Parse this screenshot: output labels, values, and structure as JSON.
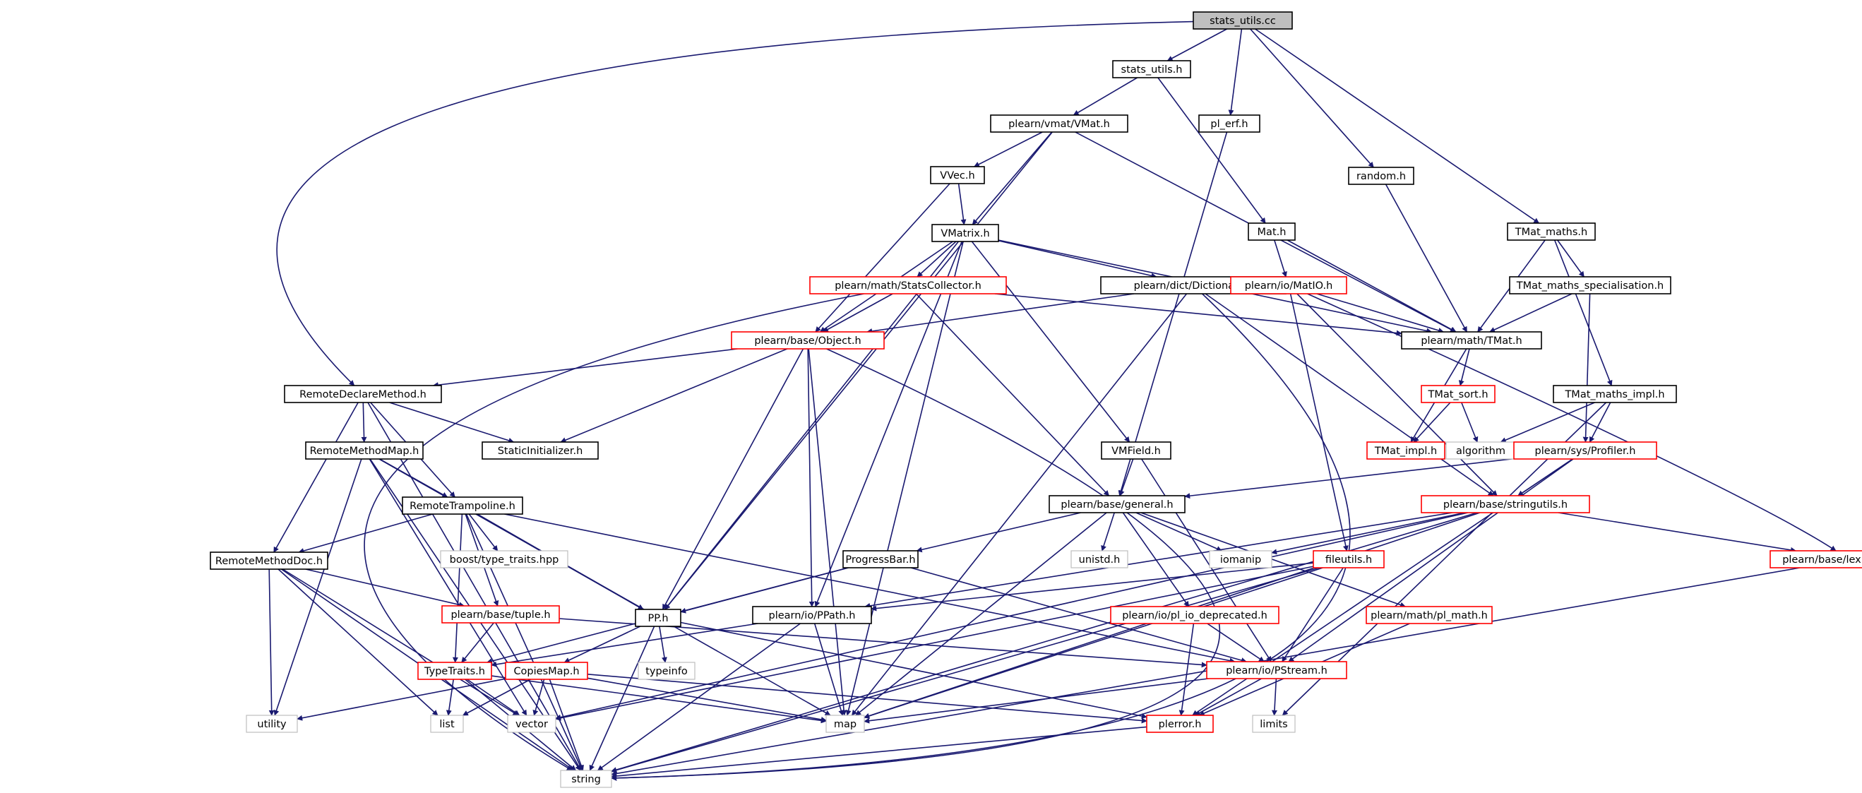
{
  "graph": {
    "edge_color": "#191970",
    "border_colors": {
      "root": "#000000",
      "normal": "#000000",
      "truncated": "#ff0000",
      "external": "#bfbfbf"
    },
    "root_fill": "#bfbfbf",
    "nodes": [
      {
        "id": "n_root",
        "label": "stats_utils.cc",
        "kind": "root"
      },
      {
        "id": "n_stats_utils_h",
        "label": "stats_utils.h",
        "kind": "normal"
      },
      {
        "id": "n_pl_erf",
        "label": "pl_erf.h",
        "kind": "normal"
      },
      {
        "id": "n_random",
        "label": "random.h",
        "kind": "normal"
      },
      {
        "id": "n_tmat_maths",
        "label": "TMat_maths.h",
        "kind": "normal"
      },
      {
        "id": "n_vmat",
        "label": "plearn/vmat/VMat.h",
        "kind": "normal"
      },
      {
        "id": "n_vvec",
        "label": "VVec.h",
        "kind": "normal"
      },
      {
        "id": "n_mat",
        "label": "Mat.h",
        "kind": "normal"
      },
      {
        "id": "n_vmatrix",
        "label": "VMatrix.h",
        "kind": "normal"
      },
      {
        "id": "n_statscollector",
        "label": "plearn/math/StatsCollector.h",
        "kind": "truncated"
      },
      {
        "id": "n_dictionary",
        "label": "plearn/dict/Dictionary.h",
        "kind": "normal"
      },
      {
        "id": "n_matio",
        "label": "plearn/io/MatIO.h",
        "kind": "truncated"
      },
      {
        "id": "n_tmat_spec",
        "label": "TMat_maths_specialisation.h",
        "kind": "normal"
      },
      {
        "id": "n_object",
        "label": "plearn/base/Object.h",
        "kind": "truncated"
      },
      {
        "id": "n_tmat",
        "label": "plearn/math/TMat.h",
        "kind": "normal"
      },
      {
        "id": "n_rdm",
        "label": "RemoteDeclareMethod.h",
        "kind": "normal"
      },
      {
        "id": "n_tmat_sort",
        "label": "TMat_sort.h",
        "kind": "truncated"
      },
      {
        "id": "n_tmat_impl_maths",
        "label": "TMat_maths_impl.h",
        "kind": "normal"
      },
      {
        "id": "n_rmm",
        "label": "RemoteMethodMap.h",
        "kind": "normal"
      },
      {
        "id": "n_staticinit",
        "label": "StaticInitializer.h",
        "kind": "normal"
      },
      {
        "id": "n_vmfield",
        "label": "VMField.h",
        "kind": "normal"
      },
      {
        "id": "n_tmat_impl",
        "label": "TMat_impl.h",
        "kind": "truncated"
      },
      {
        "id": "n_algorithm",
        "label": "algorithm",
        "kind": "external"
      },
      {
        "id": "n_profiler",
        "label": "plearn/sys/Profiler.h",
        "kind": "truncated"
      },
      {
        "id": "n_rtramp",
        "label": "RemoteTrampoline.h",
        "kind": "normal"
      },
      {
        "id": "n_general",
        "label": "plearn/base/general.h",
        "kind": "normal"
      },
      {
        "id": "n_stringutils",
        "label": "plearn/base/stringutils.h",
        "kind": "truncated"
      },
      {
        "id": "n_boost_tt",
        "label": "boost/type_traits.hpp",
        "kind": "external"
      },
      {
        "id": "n_unistd",
        "label": "unistd.h",
        "kind": "external"
      },
      {
        "id": "n_iomanip",
        "label": "iomanip",
        "kind": "external"
      },
      {
        "id": "n_rmdoc",
        "label": "RemoteMethodDoc.h",
        "kind": "normal"
      },
      {
        "id": "n_progressbar",
        "label": "ProgressBar.h",
        "kind": "normal"
      },
      {
        "id": "n_fileutils",
        "label": "fileutils.h",
        "kind": "truncated"
      },
      {
        "id": "n_lexical",
        "label": "plearn/base/lexical_cast.h",
        "kind": "truncated"
      },
      {
        "id": "n_tuple",
        "label": "plearn/base/tuple.h",
        "kind": "truncated"
      },
      {
        "id": "n_pp",
        "label": "PP.h",
        "kind": "normal"
      },
      {
        "id": "n_ppath",
        "label": "plearn/io/PPath.h",
        "kind": "normal"
      },
      {
        "id": "n_pl_io_dep",
        "label": "plearn/io/pl_io_deprecated.h",
        "kind": "truncated"
      },
      {
        "id": "n_pl_math",
        "label": "plearn/math/pl_math.h",
        "kind": "truncated"
      },
      {
        "id": "n_typeinfo",
        "label": "typeinfo",
        "kind": "external"
      },
      {
        "id": "n_typetraits",
        "label": "TypeTraits.h",
        "kind": "truncated"
      },
      {
        "id": "n_copiesmap",
        "label": "CopiesMap.h",
        "kind": "truncated"
      },
      {
        "id": "n_pstream",
        "label": "plearn/io/PStream.h",
        "kind": "truncated"
      },
      {
        "id": "n_utility",
        "label": "utility",
        "kind": "external"
      },
      {
        "id": "n_list",
        "label": "list",
        "kind": "external"
      },
      {
        "id": "n_vector",
        "label": "vector",
        "kind": "external"
      },
      {
        "id": "n_map",
        "label": "map",
        "kind": "external"
      },
      {
        "id": "n_plerror",
        "label": "plerror.h",
        "kind": "truncated"
      },
      {
        "id": "n_limits",
        "label": "limits",
        "kind": "external"
      },
      {
        "id": "n_string",
        "label": "string",
        "kind": "external"
      }
    ],
    "edges": [
      [
        "n_root",
        "n_stats_utils_h"
      ],
      [
        "n_root",
        "n_pl_erf"
      ],
      [
        "n_root",
        "n_random"
      ],
      [
        "n_root",
        "n_tmat_maths"
      ],
      [
        "n_root",
        "n_rdm"
      ],
      [
        "n_stats_utils_h",
        "n_vmat"
      ],
      [
        "n_stats_utils_h",
        "n_mat"
      ],
      [
        "n_pl_erf",
        "n_general"
      ],
      [
        "n_random",
        "n_tmat"
      ],
      [
        "n_tmat_maths",
        "n_tmat_spec"
      ],
      [
        "n_tmat_maths",
        "n_tmat"
      ],
      [
        "n_tmat_maths",
        "n_tmat_impl_maths"
      ],
      [
        "n_vmat",
        "n_vvec"
      ],
      [
        "n_vmat",
        "n_vmatrix"
      ],
      [
        "n_vmat",
        "n_tmat"
      ],
      [
        "n_vmat",
        "n_pp"
      ],
      [
        "n_vvec",
        "n_vmatrix"
      ],
      [
        "n_vvec",
        "n_object"
      ],
      [
        "n_mat",
        "n_matio"
      ],
      [
        "n_mat",
        "n_tmat"
      ],
      [
        "n_vmatrix",
        "n_statscollector"
      ],
      [
        "n_vmatrix",
        "n_dictionary"
      ],
      [
        "n_vmatrix",
        "n_object"
      ],
      [
        "n_vmatrix",
        "n_tmat"
      ],
      [
        "n_vmatrix",
        "n_vmfield"
      ],
      [
        "n_vmatrix",
        "n_pp"
      ],
      [
        "n_vmatrix",
        "n_ppath"
      ],
      [
        "n_vmatrix",
        "n_map"
      ],
      [
        "n_statscollector",
        "n_object"
      ],
      [
        "n_statscollector",
        "n_tmat"
      ],
      [
        "n_statscollector",
        "n_general"
      ],
      [
        "n_statscollector",
        "n_string"
      ],
      [
        "n_dictionary",
        "n_object"
      ],
      [
        "n_dictionary",
        "n_stringutils"
      ],
      [
        "n_dictionary",
        "n_map"
      ],
      [
        "n_dictionary",
        "n_string"
      ],
      [
        "n_matio",
        "n_tmat"
      ],
      [
        "n_matio",
        "n_fileutils"
      ],
      [
        "n_matio",
        "n_stringutils"
      ],
      [
        "n_matio",
        "n_lexical"
      ],
      [
        "n_tmat_spec",
        "n_tmat"
      ],
      [
        "n_tmat_spec",
        "n_profiler"
      ],
      [
        "n_object",
        "n_rdm"
      ],
      [
        "n_object",
        "n_staticinit"
      ],
      [
        "n_object",
        "n_pp"
      ],
      [
        "n_object",
        "n_ppath"
      ],
      [
        "n_object",
        "n_map"
      ],
      [
        "n_object",
        "n_string"
      ],
      [
        "n_tmat",
        "n_tmat_sort"
      ],
      [
        "n_tmat",
        "n_tmat_impl"
      ],
      [
        "n_tmat_sort",
        "n_tmat_impl"
      ],
      [
        "n_tmat_sort",
        "n_algorithm"
      ],
      [
        "n_tmat_impl_maths",
        "n_algorithm"
      ],
      [
        "n_tmat_impl_maths",
        "n_profiler"
      ],
      [
        "n_tmat_impl_maths",
        "n_limits"
      ],
      [
        "n_rdm",
        "n_rmm"
      ],
      [
        "n_rdm",
        "n_staticinit"
      ],
      [
        "n_rdm",
        "n_rtramp"
      ],
      [
        "n_rdm",
        "n_rmdoc"
      ],
      [
        "n_rdm",
        "n_string"
      ],
      [
        "n_rmm",
        "n_rtramp"
      ],
      [
        "n_rmm",
        "n_pp"
      ],
      [
        "n_rmm",
        "n_map"
      ],
      [
        "n_rmm",
        "n_vector"
      ],
      [
        "n_rmm",
        "n_utility"
      ],
      [
        "n_rmm",
        "n_string"
      ],
      [
        "n_vmfield",
        "n_general"
      ],
      [
        "n_vmfield",
        "n_pstream"
      ],
      [
        "n_profiler",
        "n_general"
      ],
      [
        "n_profiler",
        "n_stringutils"
      ],
      [
        "n_profiler",
        "n_pstream"
      ],
      [
        "n_profiler",
        "n_plerror"
      ],
      [
        "n_rtramp",
        "n_rmdoc"
      ],
      [
        "n_rtramp",
        "n_boost_tt"
      ],
      [
        "n_rtramp",
        "n_tuple"
      ],
      [
        "n_rtramp",
        "n_typetraits"
      ],
      [
        "n_rtramp",
        "n_pp"
      ],
      [
        "n_rtramp",
        "n_pstream"
      ],
      [
        "n_rtramp",
        "n_string"
      ],
      [
        "n_general",
        "n_progressbar"
      ],
      [
        "n_general",
        "n_unistd"
      ],
      [
        "n_general",
        "n_iomanip"
      ],
      [
        "n_general",
        "n_pl_io_dep"
      ],
      [
        "n_general",
        "n_pl_math"
      ],
      [
        "n_general",
        "n_map"
      ],
      [
        "n_stringutils",
        "n_iomanip"
      ],
      [
        "n_stringutils",
        "n_lexical"
      ],
      [
        "n_stringutils",
        "n_ppath"
      ],
      [
        "n_stringutils",
        "n_map"
      ],
      [
        "n_stringutils",
        "n_vector"
      ],
      [
        "n_stringutils",
        "n_string"
      ],
      [
        "n_rmdoc",
        "n_tuple"
      ],
      [
        "n_rmdoc",
        "n_utility"
      ],
      [
        "n_rmdoc",
        "n_list"
      ],
      [
        "n_rmdoc",
        "n_vector"
      ],
      [
        "n_rmdoc",
        "n_string"
      ],
      [
        "n_progressbar",
        "n_pp"
      ],
      [
        "n_progressbar",
        "n_pstream"
      ],
      [
        "n_progressbar",
        "n_typetraits"
      ],
      [
        "n_fileutils",
        "n_ppath"
      ],
      [
        "n_fileutils",
        "n_pstream"
      ],
      [
        "n_fileutils",
        "n_map"
      ],
      [
        "n_fileutils",
        "n_vector"
      ],
      [
        "n_fileutils",
        "n_string"
      ],
      [
        "n_lexical",
        "n_string"
      ],
      [
        "n_tuple",
        "n_typetraits"
      ],
      [
        "n_tuple",
        "n_pstream"
      ],
      [
        "n_pp",
        "n_typeinfo"
      ],
      [
        "n_pp",
        "n_copiesmap"
      ],
      [
        "n_pp",
        "n_plerror"
      ],
      [
        "n_pp",
        "n_string"
      ],
      [
        "n_ppath",
        "n_map"
      ],
      [
        "n_ppath",
        "n_typetraits"
      ],
      [
        "n_ppath",
        "n_string"
      ],
      [
        "n_pl_io_dep",
        "n_pstream"
      ],
      [
        "n_pl_io_dep",
        "n_plerror"
      ],
      [
        "n_pl_math",
        "n_plerror"
      ],
      [
        "n_typetraits",
        "n_list"
      ],
      [
        "n_typetraits",
        "n_vector"
      ],
      [
        "n_typetraits",
        "n_map"
      ],
      [
        "n_typetraits",
        "n_string"
      ],
      [
        "n_copiesmap",
        "n_utility"
      ],
      [
        "n_copiesmap",
        "n_list"
      ],
      [
        "n_copiesmap",
        "n_vector"
      ],
      [
        "n_copiesmap",
        "n_map"
      ],
      [
        "n_copiesmap",
        "n_string"
      ],
      [
        "n_copiesmap",
        "n_plerror"
      ],
      [
        "n_pstream",
        "n_map"
      ],
      [
        "n_pstream",
        "n_limits"
      ],
      [
        "n_pstream",
        "n_plerror"
      ],
      [
        "n_plerror",
        "n_string"
      ]
    ]
  }
}
